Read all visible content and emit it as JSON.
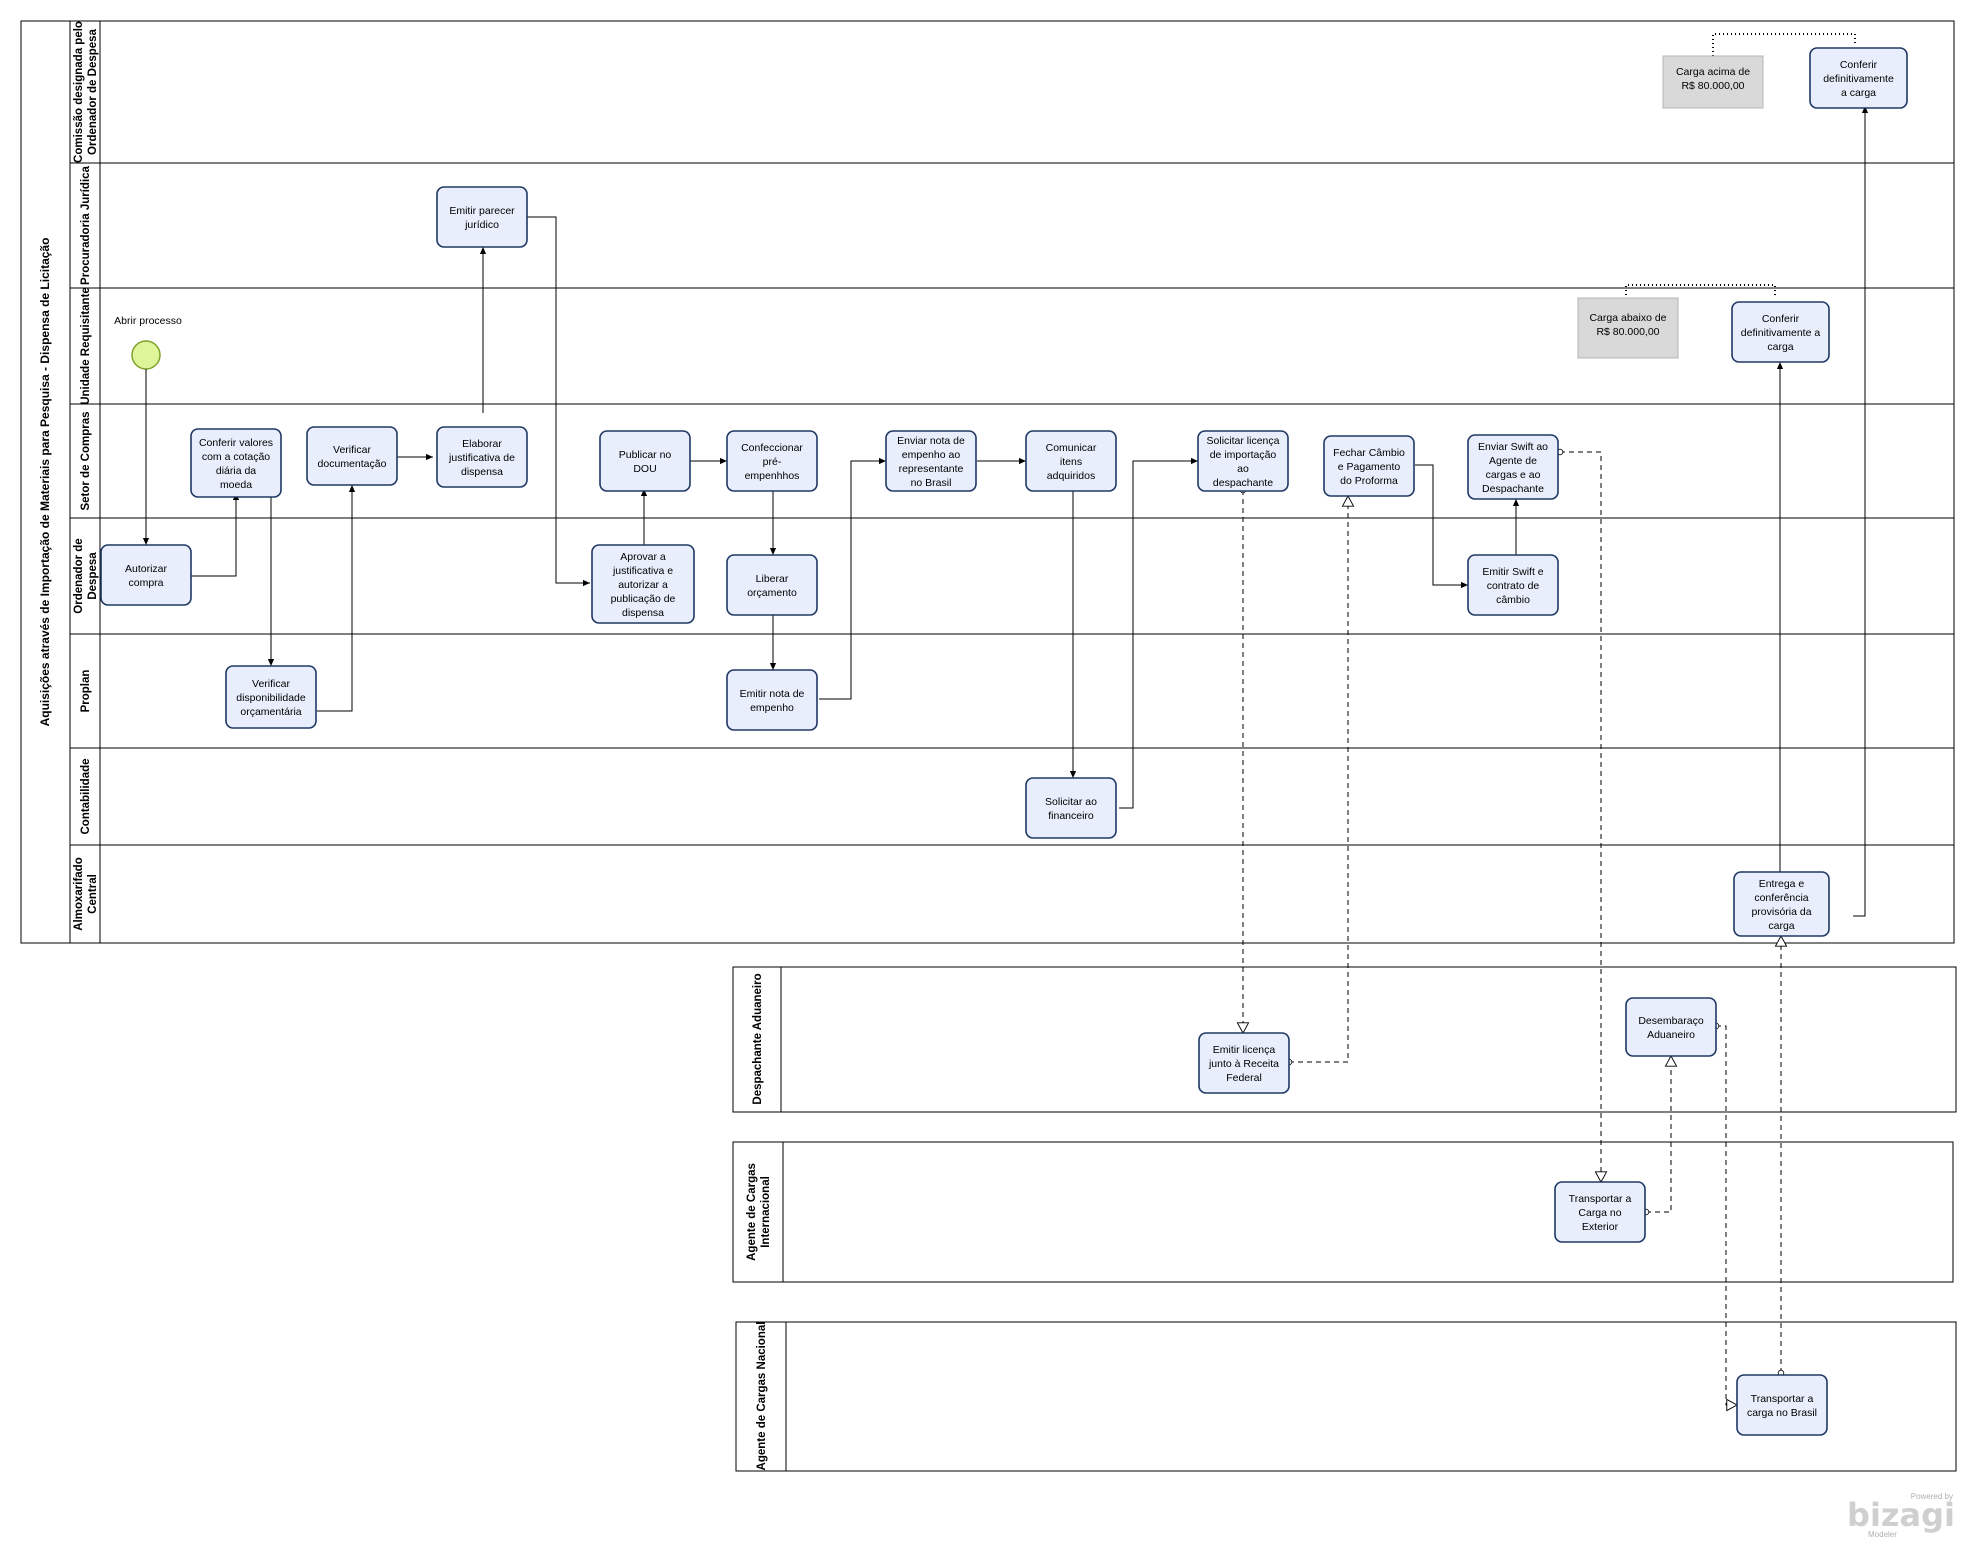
{
  "main_pool": {
    "title": "Aquisições através de Importação de Materiais para Pesquisa - Dispensa de Licitação",
    "lanes": [
      {
        "id": "comissao",
        "title": [
          "Comissão designada pelo",
          "Ordenador de Despesa"
        ]
      },
      {
        "id": "procuradoria",
        "title": [
          "Procuradoria Jurídica"
        ]
      },
      {
        "id": "unidade",
        "title": [
          "Unidade Requisitante"
        ]
      },
      {
        "id": "setor",
        "title": [
          "Setor de Compras"
        ]
      },
      {
        "id": "ordenador",
        "title": [
          "Ordenador de",
          "Despesa"
        ]
      },
      {
        "id": "proplan",
        "title": [
          "Proplan"
        ]
      },
      {
        "id": "contabilidade",
        "title": [
          "Contabilidade"
        ]
      },
      {
        "id": "almoxarifado",
        "title": [
          "Almoxarifado",
          "Central"
        ]
      }
    ]
  },
  "external_pools": [
    {
      "id": "despachante",
      "title": [
        "Despachante Aduaneiro"
      ]
    },
    {
      "id": "agente_int",
      "title": [
        "Agente de Cargas",
        "Internacional"
      ]
    },
    {
      "id": "agente_nac",
      "title": [
        "Agente de Cargas Nacional"
      ]
    }
  ],
  "start_event": {
    "label": "Abrir processo"
  },
  "tasks": [
    {
      "id": "autorizar",
      "lines": [
        "Autorizar",
        "compra"
      ]
    },
    {
      "id": "conferir_valores",
      "lines": [
        "Conferir valores",
        "com a cotação",
        "diária da",
        "moeda"
      ]
    },
    {
      "id": "verificar_disp",
      "lines": [
        "Verificar",
        "disponibilidade",
        "orçamentária"
      ]
    },
    {
      "id": "verificar_doc",
      "lines": [
        "Verificar",
        "documentação"
      ]
    },
    {
      "id": "elaborar",
      "lines": [
        "Elaborar",
        "justificativa de",
        "dispensa"
      ]
    },
    {
      "id": "emitir_parecer",
      "lines": [
        "Emitir parecer",
        "jurídico"
      ]
    },
    {
      "id": "aprovar",
      "lines": [
        "Aprovar a",
        "justificativa e",
        "autorizar a",
        "publicação de",
        "dispensa"
      ]
    },
    {
      "id": "publicar",
      "lines": [
        "Publicar no",
        "DOU"
      ]
    },
    {
      "id": "confeccionar",
      "lines": [
        "Confeccionar",
        "pré-",
        "empenhhos"
      ]
    },
    {
      "id": "liberar",
      "lines": [
        "Liberar",
        "orçamento"
      ]
    },
    {
      "id": "emitir_nota",
      "lines": [
        "Emitir nota de",
        "empenho"
      ]
    },
    {
      "id": "enviar_nota",
      "lines": [
        "Enviar nota de",
        "empenho ao",
        "representante",
        "no Brasil"
      ]
    },
    {
      "id": "comunicar",
      "lines": [
        "Comunicar",
        "itens",
        "adquiridos"
      ]
    },
    {
      "id": "solicitar_fin",
      "lines": [
        "Solicitar ao",
        "financeiro"
      ]
    },
    {
      "id": "solicitar_lic",
      "lines": [
        "Solicitar licença",
        "de importação",
        "ao",
        "despachante"
      ]
    },
    {
      "id": "fechar_cambio",
      "lines": [
        "Fechar Câmbio",
        "e Pagamento",
        "do Proforma"
      ]
    },
    {
      "id": "emitir_swift",
      "lines": [
        "Emitir Swift e",
        "contrato de",
        "câmbio"
      ]
    },
    {
      "id": "enviar_swift",
      "lines": [
        "Enviar Swift ao",
        "Agente de",
        "cargas e ao",
        "Despachante"
      ]
    },
    {
      "id": "conferir_def_unid",
      "lines": [
        "Conferir",
        "definitivamente a",
        "carga"
      ]
    },
    {
      "id": "conferir_def_com",
      "lines": [
        "Conferir",
        "definitivamente",
        "a carga"
      ]
    },
    {
      "id": "entrega",
      "lines": [
        "Entrega e",
        "conferência",
        "provisória da",
        "carga"
      ]
    },
    {
      "id": "emitir_licenca",
      "lines": [
        "Emitir licença",
        "junto à Receita",
        "Federal"
      ]
    },
    {
      "id": "desembaraco",
      "lines": [
        "Desembaraço",
        "Aduaneiro"
      ]
    },
    {
      "id": "transportar_ext",
      "lines": [
        "Transportar a",
        "Carga no",
        "Exterior"
      ]
    },
    {
      "id": "transportar_br",
      "lines": [
        "Transportar a",
        "carga no Brasil"
      ]
    }
  ],
  "annotations": [
    {
      "id": "acima",
      "lines": [
        "Carga acima de",
        "R$ 80.000,00"
      ]
    },
    {
      "id": "abaixo",
      "lines": [
        "Carga abaixo de",
        "R$ 80.000,00"
      ]
    }
  ],
  "branding": {
    "powered": "Powered by",
    "name": "bizagi",
    "product": "Modeler"
  },
  "colors": {
    "task_fill": "#e8eefb",
    "task_stroke": "#1f3864",
    "start_fill": "#dff59a",
    "start_stroke": "#7ea32a",
    "note_fill": "#d9d9d9"
  }
}
